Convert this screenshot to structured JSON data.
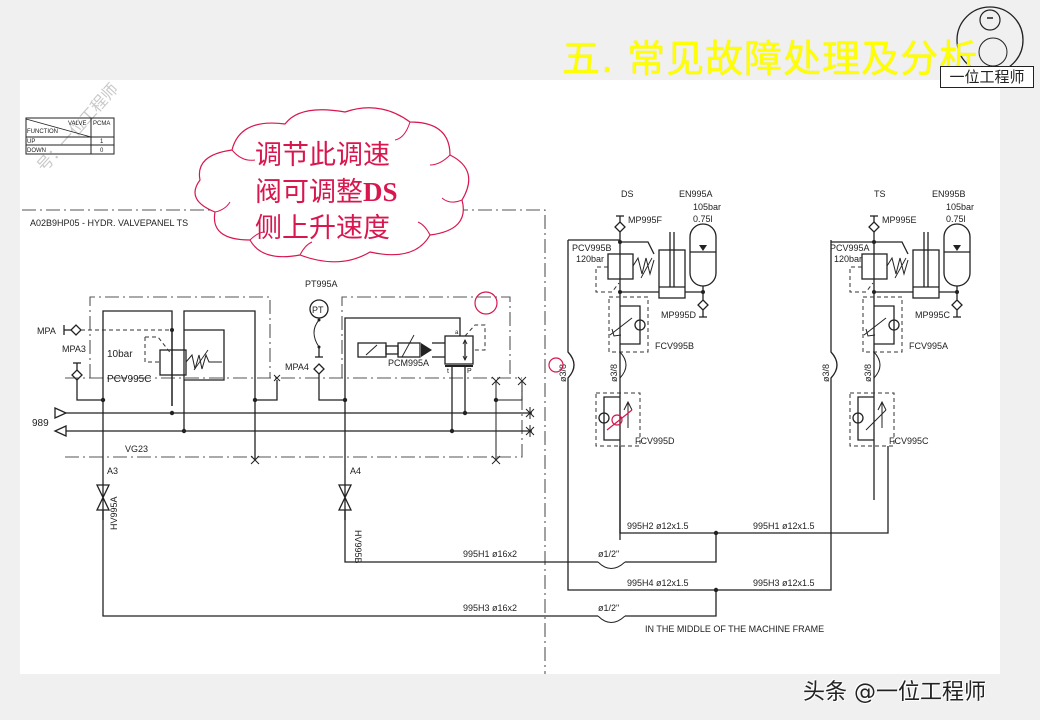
{
  "slide": {
    "title": "五. 常见故障处理及分析",
    "logo_text": "一位工程师",
    "watermark": "号：一位工程师",
    "credit": "头条 @一位工程师",
    "callout": {
      "line1": "调节此调速",
      "line2_prefix": "阀可调整",
      "line2_bold": "DS",
      "line3": "侧上升速度",
      "color": "#d8174f"
    },
    "title_color": "#ffff00"
  },
  "function_table": {
    "header_valve": "VALVE",
    "header_function": "FUNCTION",
    "column": "PCMA",
    "rows": [
      {
        "function": "UP",
        "value": "1"
      },
      {
        "function": "DOWN",
        "value": "0"
      }
    ]
  },
  "left_panel": {
    "panel_label": "A02B9HP05 - HYDR. VALVEPANEL   TS",
    "mpa": "MPA",
    "mpa3": "MPA3",
    "pcv_pressure": "10bar",
    "pcv_name": "PCV995C",
    "pt_name": "PT995A",
    "pt_symbol": "PT",
    "mpa4": "MPA4",
    "pcm_name": "PCM995A",
    "port_a": "a",
    "port_t": "t",
    "port_p": "P",
    "line_989": "989",
    "block": "VG23",
    "a3": "A3",
    "a4": "A4",
    "hv_a": "HV995A",
    "hv_b": "HV995B",
    "pipe_h1": "995H1  ø16x2",
    "pipe_h3": "995H3  ø16x2",
    "coupling_1": "ø1/2\"",
    "coupling_2": "ø1/2\""
  },
  "ds_side": {
    "side": "DS",
    "accumulator": "EN995A",
    "acc_pressure": "105bar",
    "acc_volume": "0.75l",
    "mp_top": "MP995F",
    "pcv": "PCV995B",
    "pcv_pressure": "120bar",
    "mp_bottom": "MP995D",
    "fcv_top": "FCV995B",
    "fcv_bottom": "FCV995D",
    "hose_outer": "ø3/8",
    "hose_inner": "ø3/8"
  },
  "ts_side": {
    "side": "TS",
    "accumulator": "EN995B",
    "acc_pressure": "105bar",
    "acc_volume": "0.75l",
    "mp_top": "MP995E",
    "pcv": "PCV995A",
    "pcv_pressure": "120bar",
    "mp_bottom": "MP995C",
    "fcv_top": "FCV995A",
    "fcv_bottom": "FCV995C",
    "hose_outer": "ø3/8",
    "hose_inner": "ø3/8"
  },
  "frame_pipes": {
    "h2": "995H2  ø12x1.5",
    "h1": "995H1  ø12x1.5",
    "h4": "995H4  ø12x1.5",
    "h3": "995H3  ø12x1.5",
    "note": "IN THE MIDDLE OF THE MACHINE FRAME"
  }
}
